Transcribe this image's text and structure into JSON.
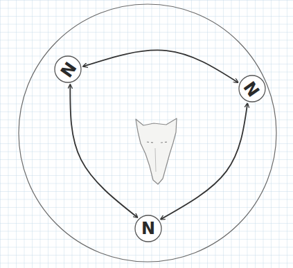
{
  "diagram": {
    "nodes": [
      {
        "text": [
          "N"
        ]
      },
      {
        "text": [
          "N"
        ]
      },
      {
        "text": [
          "N"
        ]
      }
    ],
    "edges": [
      {
        "from": 0,
        "to": 1,
        "arrow": "both"
      },
      {
        "from": 0,
        "to": 2,
        "arrow": "both"
      },
      {
        "from": 2,
        "to": 1,
        "arrow": "both"
      }
    ]
  }
}
